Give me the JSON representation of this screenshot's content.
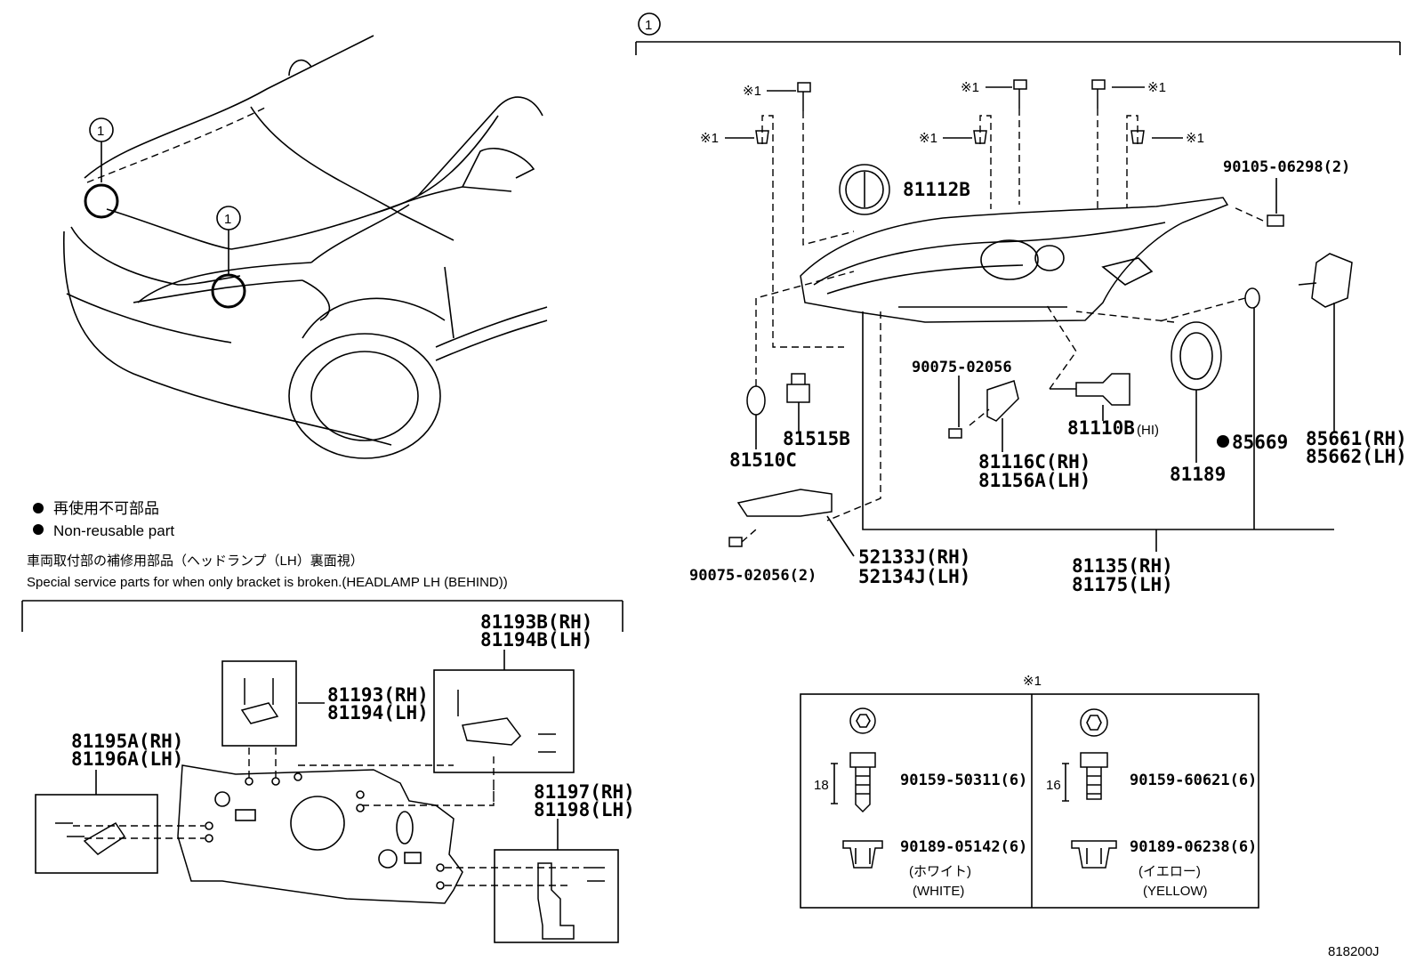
{
  "callout": "1",
  "legend": {
    "bullet": "●",
    "line_jp": "再使用不可部品",
    "line_en": "Non-reusable part"
  },
  "service_note": {
    "jp": "車両取付部の補修用部品（ヘッドランプ（LH）裏面視）",
    "en": "Special service parts for when only bracket is broken.(HEADLAMP LH (BEHIND))"
  },
  "parts": {
    "p81112B": "81112B",
    "p90105": "90105-06298(2)",
    "p90075a": "90075-02056",
    "p81110B": "81110B",
    "p81110B_sfx": "(HI)",
    "p81515B": "81515B",
    "p81510C": "81510C",
    "p81116C": "81116C(RH)",
    "p81156A": "81156A(LH)",
    "p85669": "85669",
    "p81189": "81189",
    "p85661": "85661(RH)",
    "p85662": "85662(LH)",
    "p52133J": "52133J(RH)",
    "p52134J": "52134J(LH)",
    "p90075b": "90075-02056(2)",
    "p81135": "81135(RH)",
    "p81175": "81175(LH)",
    "p81193B": "81193B(RH)",
    "p81194B": "81194B(LH)",
    "p81193": "81193(RH)",
    "p81194": "81194(LH)",
    "p81195A": "81195A(RH)",
    "p81196A": "81196A(LH)",
    "p81197": "81197(RH)",
    "p81198": "81198(LH)"
  },
  "kome_mark": "※1",
  "kome_box": {
    "left": {
      "dim": "18",
      "bolt": "90159-50311(6)",
      "clip": "90189-05142(6)",
      "color_jp": "(ホワイト)",
      "color_en": "(WHITE)"
    },
    "right": {
      "dim": "16",
      "bolt": "90159-60621(6)",
      "clip": "90189-06238(6)",
      "color_jp": "(イエロー)",
      "color_en": "(YELLOW)"
    }
  },
  "illustration_id": "818200J"
}
